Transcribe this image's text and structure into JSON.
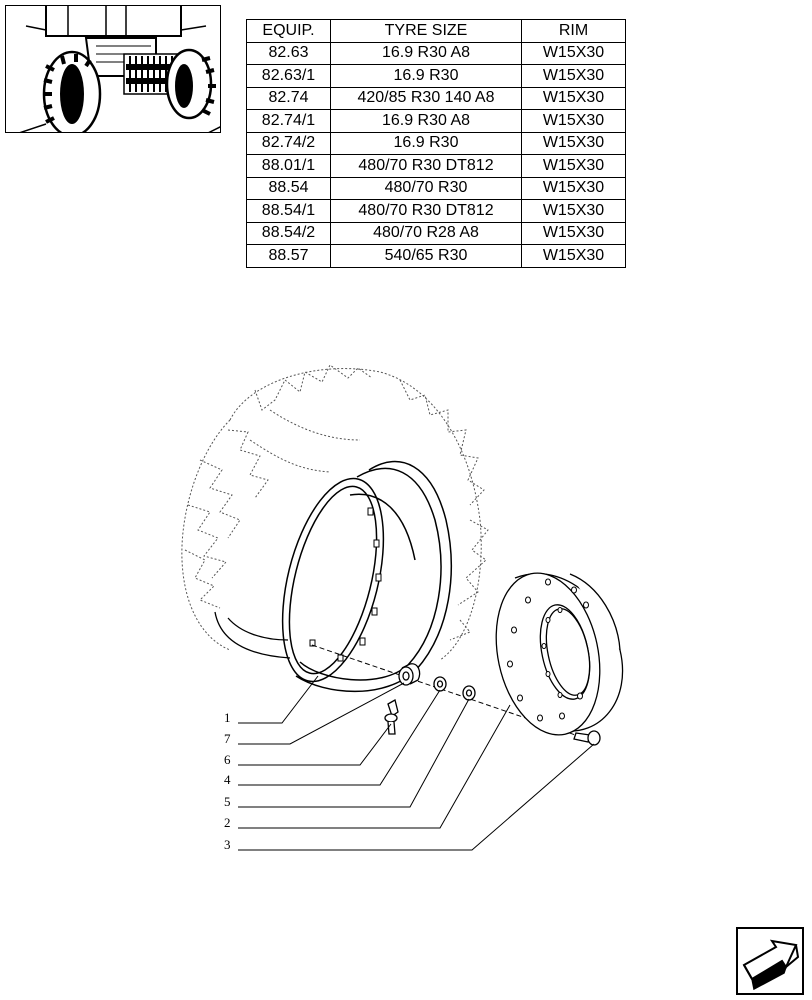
{
  "table": {
    "headers": [
      "EQUIP.",
      "TYRE SIZE",
      "RIM"
    ],
    "rows": [
      [
        "82.63",
        "16.9 R30 A8",
        "W15X30"
      ],
      [
        "82.63/1",
        "16.9 R30",
        "W15X30"
      ],
      [
        "82.74",
        "420/85 R30 140 A8",
        "W15X30"
      ],
      [
        "82.74/1",
        "16.9 R30 A8",
        "W15X30"
      ],
      [
        "82.74/2",
        "16.9 R30",
        "W15X30"
      ],
      [
        "88.01/1",
        "480/70 R30 DT812",
        "W15X30"
      ],
      [
        "88.54",
        "480/70 R30",
        "W15X30"
      ],
      [
        "88.54/1",
        "480/70 R30 DT812",
        "W15X30"
      ],
      [
        "88.54/2",
        "480/70 R28 A8",
        "W15X30"
      ],
      [
        "88.57",
        "540/65 R30",
        "W15X30"
      ]
    ]
  },
  "callouts": [
    "1",
    "7",
    "6",
    "4",
    "5",
    "2",
    "3"
  ],
  "icons": {
    "thumbnail": "tractor-front-thumbnail-icon",
    "nav": "next-page-arrow-icon"
  }
}
